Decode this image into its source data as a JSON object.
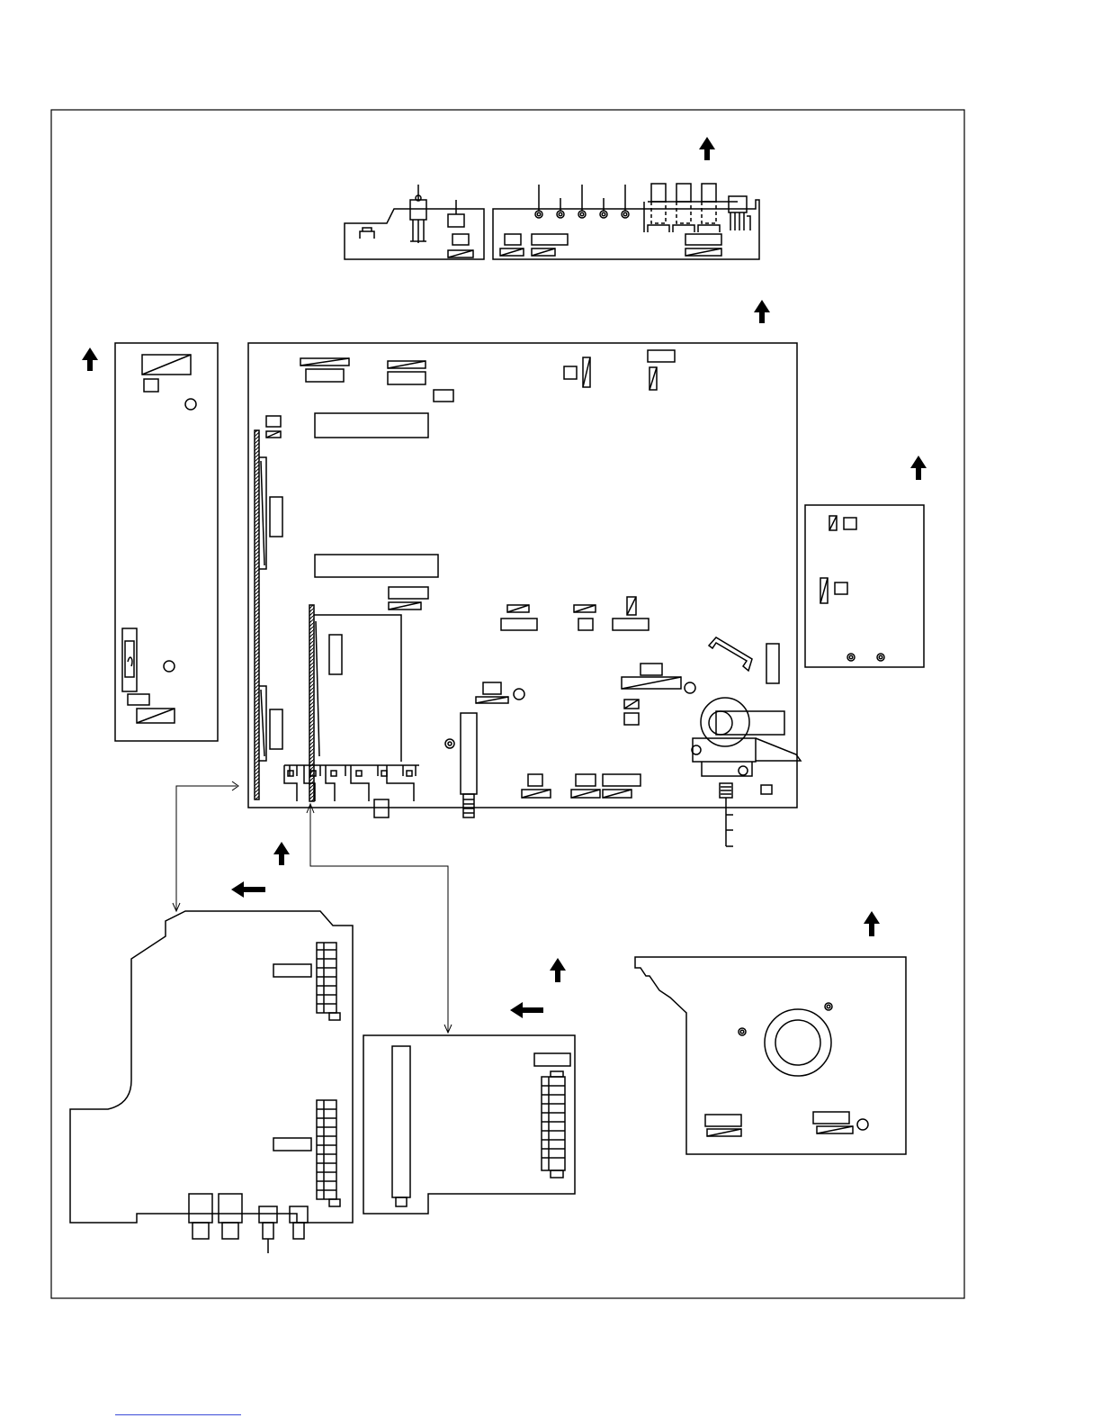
{
  "diagram": {
    "kind": "pcb-board-layout",
    "line_color": "#000000",
    "background": "#ffffff",
    "boards": [
      "top-switch-board-left",
      "top-switch-board-right",
      "left-power-board",
      "main-board",
      "right-small-board",
      "bottom-left-io-board",
      "bottom-middle-board",
      "bottom-right-crt-board"
    ],
    "direction_arrows": [
      "arrow-up",
      "arrow-up",
      "arrow-up",
      "arrow-up",
      "arrow-up",
      "arrow-up",
      "arrow-up",
      "arrow-left",
      "arrow-left"
    ]
  },
  "footer": {
    "rule_color": "#3b4bd8"
  }
}
